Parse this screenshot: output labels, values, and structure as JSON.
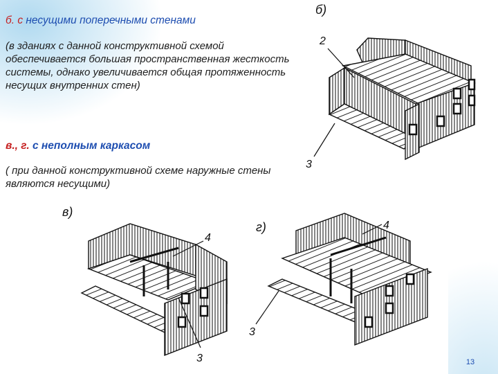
{
  "heading_b": {
    "prefix": "б. с",
    "rest": " несущими поперечными стенами"
  },
  "paragraph_1": "(в зданиях с данной конструктивной схемой обеспечивается большая пространственная жесткость системы, однако увеличивается общая протяженность несущих внутренних стен)",
  "heading_vg": {
    "prefix": "в., г.",
    "rest": " с неполным каркасом"
  },
  "paragraph_2": "( при данной конструктивной схеме наружные стены являются несущими)",
  "figure_b": {
    "label": "б)",
    "callout_top": "2",
    "callout_bottom": "3"
  },
  "figure_v": {
    "label": "в)",
    "callout_top": "4",
    "callout_bottom": "3"
  },
  "figure_g": {
    "label": "г)",
    "callout_top": "4",
    "callout_bottom": "3"
  },
  "page_number": "13",
  "colors": {
    "heading_prefix": "#c62020",
    "heading_text": "#1d4db0",
    "body_text": "#1e1e1e",
    "background_glow": "#96cdeb"
  }
}
